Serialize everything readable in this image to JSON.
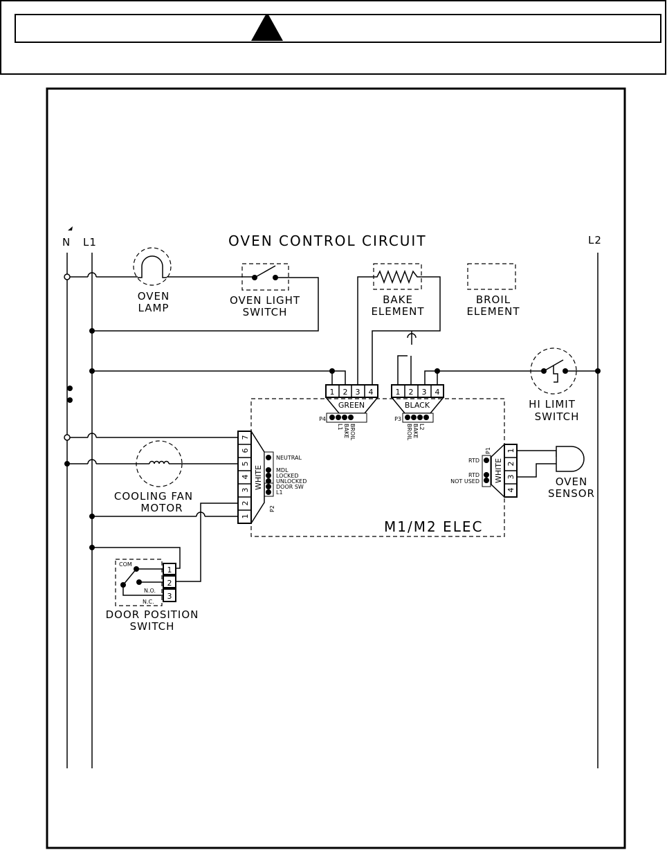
{
  "labels": {
    "title": "OVEN CONTROL CIRCUIT",
    "n": "N",
    "l1": "L1",
    "l2": "L2",
    "oven_lamp_1": "OVEN",
    "oven_lamp_2": "LAMP",
    "oven_light_switch_1": "OVEN LIGHT",
    "oven_light_switch_2": "SWITCH",
    "bake_element_1": "BAKE",
    "bake_element_2": "ELEMENT",
    "broil_element_1": "BROIL",
    "broil_element_2": "ELEMENT",
    "hi_limit_1": "HI LIMIT",
    "hi_limit_2": "SWITCH",
    "cooling_fan_1": "COOLING FAN",
    "cooling_fan_2": "MOTOR",
    "oven_sensor_1": "OVEN",
    "oven_sensor_2": "SENSOR",
    "door_switch_1": "DOOR POSITION",
    "door_switch_2": "SWITCH",
    "control": "M1/M2 ELEC"
  },
  "connectors": {
    "green": {
      "name": "GREEN",
      "id": "P4",
      "pins": [
        "1",
        "2",
        "3",
        "4"
      ],
      "pin_labels": [
        "L1",
        "BAKE",
        "BROIL"
      ]
    },
    "black": {
      "name": "BLACK",
      "id": "P3",
      "pins": [
        "1",
        "2",
        "3",
        "4"
      ],
      "pin_labels": [
        "BROIL",
        "BAKE",
        "L2"
      ]
    },
    "p2": {
      "name": "WHITE",
      "id": "P2",
      "pins": [
        "7",
        "6",
        "5",
        "4",
        "3",
        "2",
        "1"
      ],
      "pin_labels": [
        "NEUTRAL",
        "MDL",
        "LOCKED",
        "UNLOCKED",
        "DOOR SW",
        "L1"
      ]
    },
    "p1": {
      "name": "WHITE",
      "id": "P1",
      "pins": [
        "1",
        "2",
        "3",
        "4"
      ],
      "pin_labels": [
        "RTD",
        "RTD",
        "NOT USED"
      ]
    }
  },
  "door_switch": {
    "com": "COM",
    "no": "N.O.",
    "nc": "N.C.",
    "terminals": [
      "1",
      "2",
      "3"
    ]
  }
}
